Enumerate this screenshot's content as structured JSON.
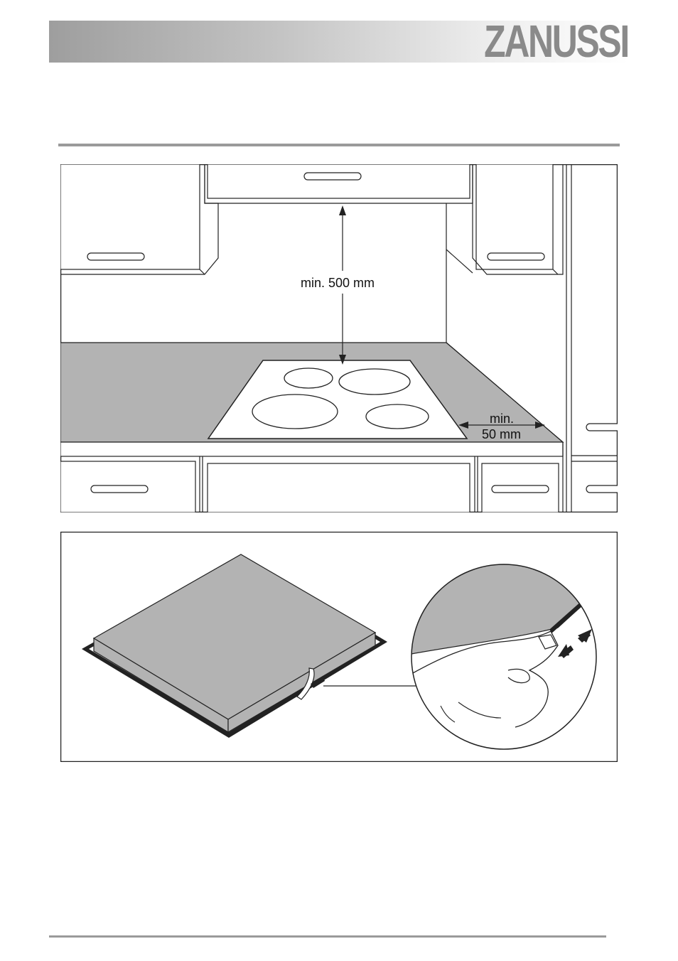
{
  "header": {
    "brand": "ZANUSSI"
  },
  "figure1": {
    "clearance_above": "min. 500 mm",
    "clearance_side_line1": "min.",
    "clearance_side_line2": "50 mm"
  },
  "colors": {
    "header_gradient_start": "#9e9e9e",
    "countertop": "#b3b3b3",
    "hob_panel": "#b3b3b3",
    "outline": "#222222"
  }
}
